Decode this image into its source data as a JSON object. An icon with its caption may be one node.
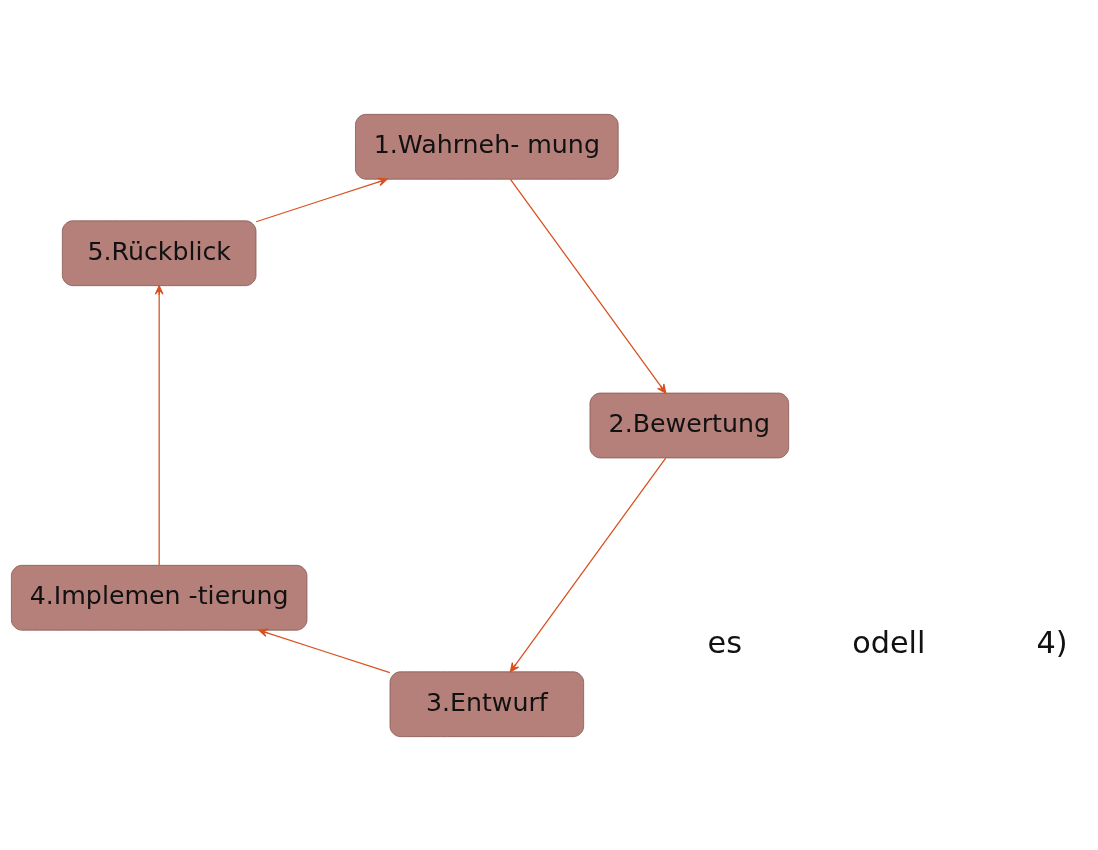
{
  "diagram": {
    "nodes": [
      {
        "text": [
          "3.Entwurf"
        ]
      },
      {
        "text": [
          "2.Bewertung"
        ]
      },
      {
        "text": [
          "4.Implemen -tierung"
        ]
      },
      {
        "text": [
          "1.Wahrneh- mung"
        ]
      },
      {
        "text": [
          "5.Rückblick"
        ]
      }
    ],
    "edges": [
      {
        "from": 3,
        "to": 1,
        "arrow": "to"
      },
      {
        "from": 1,
        "to": 0,
        "arrow": "to"
      },
      {
        "from": 0,
        "to": 2,
        "arrow": "to"
      },
      {
        "from": 2,
        "to": 4,
        "arrow": "to"
      },
      {
        "from": 4,
        "to": 3,
        "arrow": "to"
      }
    ],
    "labels": [
      "es",
      "odell",
      "4)"
    ]
  }
}
